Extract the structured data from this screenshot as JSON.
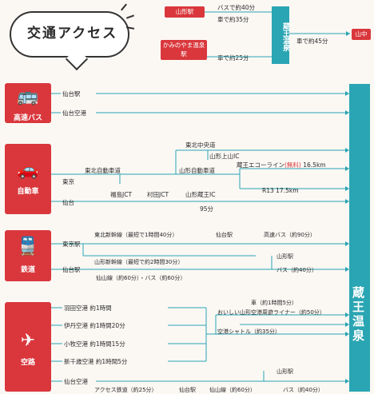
{
  "title": "交通アクセス",
  "top_section": {
    "yamagata_station": "山形駅",
    "kaminoyama_station": "かみのやま温泉駅",
    "bus_40": "バスで約40分",
    "car_35": "車で約35分",
    "car_25": "車で約25分",
    "destination": "蔵王温泉",
    "car_45": "車で約45分",
    "yamanaka": "山中"
  },
  "sidebar_destination": "蔵王温泉",
  "categories": {
    "bus": "高速バス",
    "car": "自動車",
    "rail": "鉄道",
    "air": "空路"
  },
  "bus_section": {
    "sendai_station": "仙台駅",
    "sendai_airport": "仙台空港"
  },
  "car_section": {
    "tohoku_chuo": "東北中央道",
    "yamagata_kami_ic": "山形上山IC",
    "tokyo": "東京",
    "tohoku_expressway": "東北自動車道",
    "yamagata_expressway": "山形自動車道",
    "zao_echo_line": "蔵王エコーライン",
    "free": "(無料)",
    "km_16_5": "16.5km",
    "fukushima_jct": "福島JCT",
    "murata_jct": "村田JCT",
    "yamagata_zao_ic": "山形蔵王IC",
    "r13": "R13",
    "km_17_5": "17.5km",
    "sendai": "仙台",
    "min_95": "95分"
  },
  "rail_section": {
    "tokyo_station": "東京駅",
    "shinkansen": "東北新幹線（最短で1時間40分）",
    "sendai_station": "仙台駅",
    "express_bus_90": "高速バス（約90分）",
    "sendai_station_2": "仙台駅",
    "yamagata_shinkansen": "山形新幹線（最短で約2時間30分）",
    "yamagata_station": "山形駅",
    "senzan": "仙山線（約60分）・バス（約60分）",
    "bus_40": "バス（約40分）"
  },
  "air_section": {
    "haneda": "羽田空港",
    "haneda_time": "約1時間",
    "itami": "伊丹空港",
    "itami_time": "約1時間20分",
    "komaki": "小牧空港",
    "komaki_time": "約1時間15分",
    "shin_chitose": "新千歳空港",
    "shin_chitose_time": "約1時間5分",
    "car_5": "車（約1時間5分）",
    "liner": "おいしい山形空港周遊ライナー（約50分）",
    "shuttle": "空港シャトル（約35分）",
    "yamagata_station": "山形駅",
    "sendai_airport": "仙台空港",
    "access_line": "アクセス鉄道（約25分）",
    "sendai_station": "仙台駅",
    "senzan_line": "仙山線（約60分）",
    "bus_40": "バス（約40分）"
  },
  "colors": {
    "accent_red": "#d9373c",
    "teal": "#2aa5b3"
  }
}
